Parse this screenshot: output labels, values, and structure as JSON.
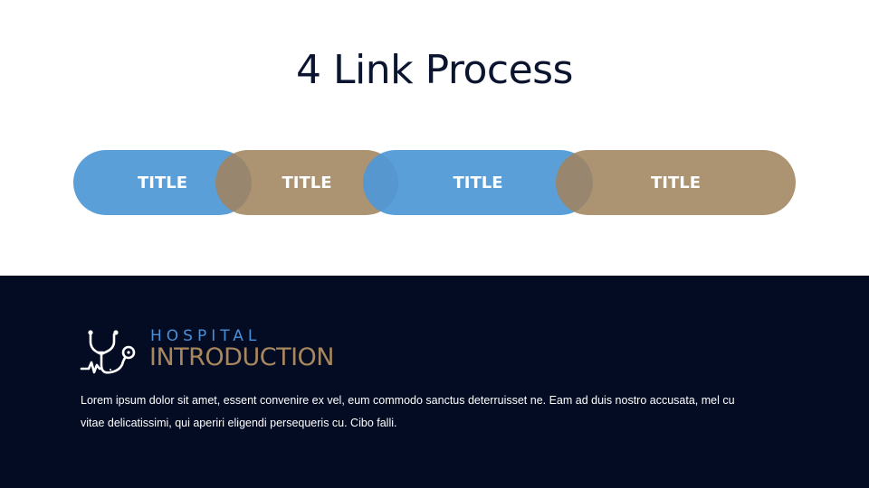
{
  "slide": {
    "title": "4 Link Process"
  },
  "process": {
    "steps": [
      {
        "label": "TITLE",
        "color": "#5a9fd9"
      },
      {
        "label": "TITLE",
        "color": "#a89271"
      },
      {
        "label": "TITLE",
        "color": "#5a9fd9"
      },
      {
        "label": "TITLE",
        "color": "#a89271"
      }
    ]
  },
  "footer": {
    "icon": "stethoscope-icon",
    "brand_top": "HOSPITAL",
    "brand_bottom": "INTRODUCTION",
    "description": "Lorem ipsum dolor sit amet, essent convenire ex vel, eum commodo sanctus deterruisset ne. Eam ad duis nostro accusata, mel cu vitae delicatissimi, qui aperiri eligendi persequeris cu. Cibo falli.",
    "background": "#040c24",
    "brand_top_color": "#4a8fd6",
    "brand_bottom_color": "#a8875e"
  }
}
